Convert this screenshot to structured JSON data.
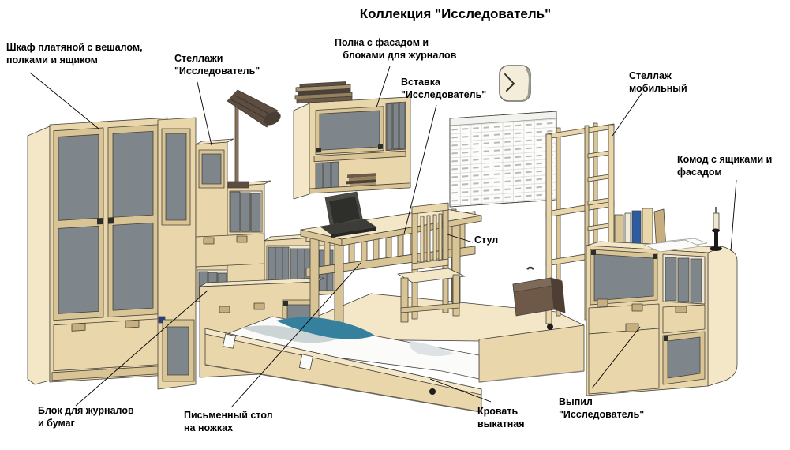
{
  "title": "Коллекция \"Исследователь\"",
  "labels": {
    "wardrobe": "Шкаф платяной с вешалом,\nполками и ящиком",
    "shelving": "Стеллажи\n\"Исследователь\"",
    "shelf_facade": "Полка с фасадом и\n   блоками для журналов",
    "insert": "Вставка\n\"Исследователь\"",
    "mobile_rack": "Стеллаж\nмобильный",
    "dresser": "Комод с ящиками и\nфасадом",
    "chair": "Стул",
    "magazine_block": "Блок для журналов\nи бумаг",
    "desk": "Письменный стол\nна ножках",
    "bed": "Кровать\nвыкатная",
    "cutout": "Выпил\n\"Исследователь\""
  },
  "colors": {
    "wood": "#e9d6aa",
    "wood-light": "#f3e7c7",
    "wood-mid": "#d9c496",
    "wood-dark": "#c7ae7e",
    "panel": "#7e868c",
    "outline": "#45413a",
    "dark": "#2f2d2a",
    "teal": "#35809c",
    "suitcase": "#6e5847",
    "lamp": "#5c4d40",
    "book-blue": "#2d5c9e",
    "knob-blue": "#21418e"
  }
}
